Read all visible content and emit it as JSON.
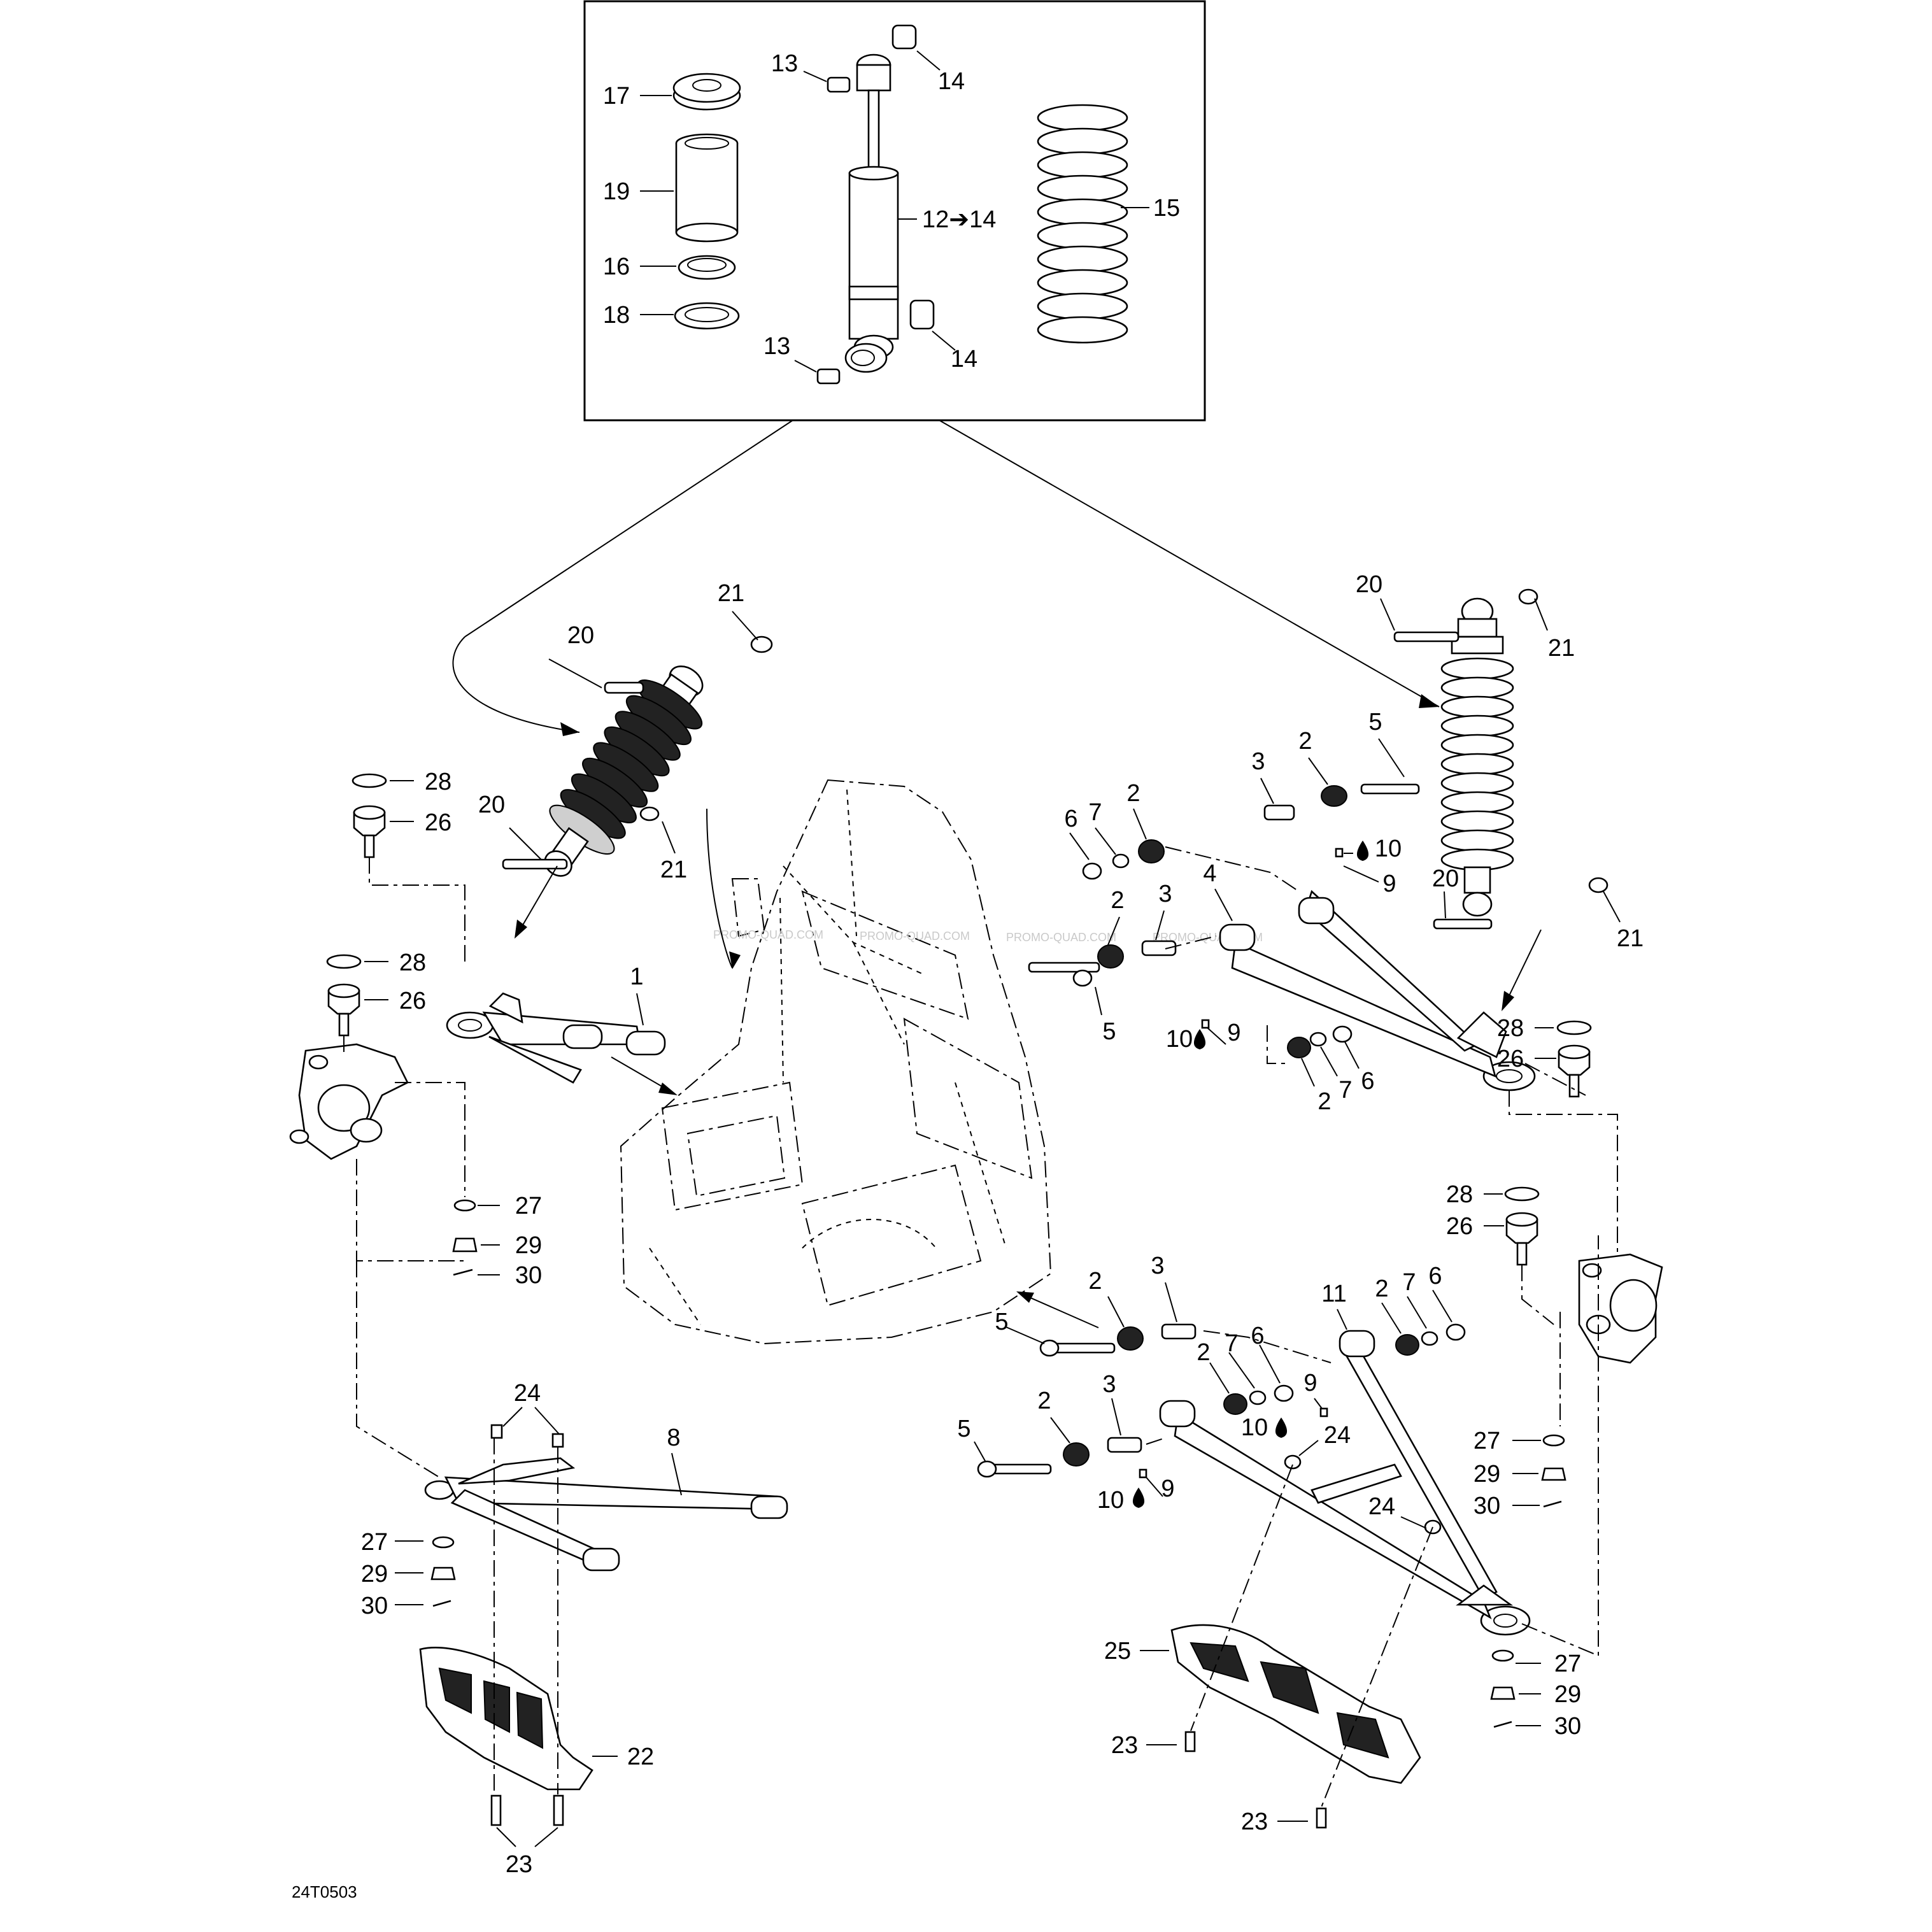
{
  "drawing_code": "24T0503",
  "watermark": "PROMO-QUAD.COM",
  "callouts": {
    "c1": "1",
    "c2": "2",
    "c3": "3",
    "c4": "4",
    "c5": "5",
    "c6": "6",
    "c7": "7",
    "c8": "8",
    "c9": "9",
    "c10": "10",
    "c11": "11",
    "c12_14": "12➔14",
    "c13": "13",
    "c14": "14",
    "c15": "15",
    "c16": "16",
    "c17": "17",
    "c18": "18",
    "c19": "19",
    "c20": "20",
    "c21": "21",
    "c22": "22",
    "c23": "23",
    "c24": "24",
    "c25": "25",
    "c26": "26",
    "c27": "27",
    "c28": "28",
    "c29": "29",
    "c30": "30"
  }
}
